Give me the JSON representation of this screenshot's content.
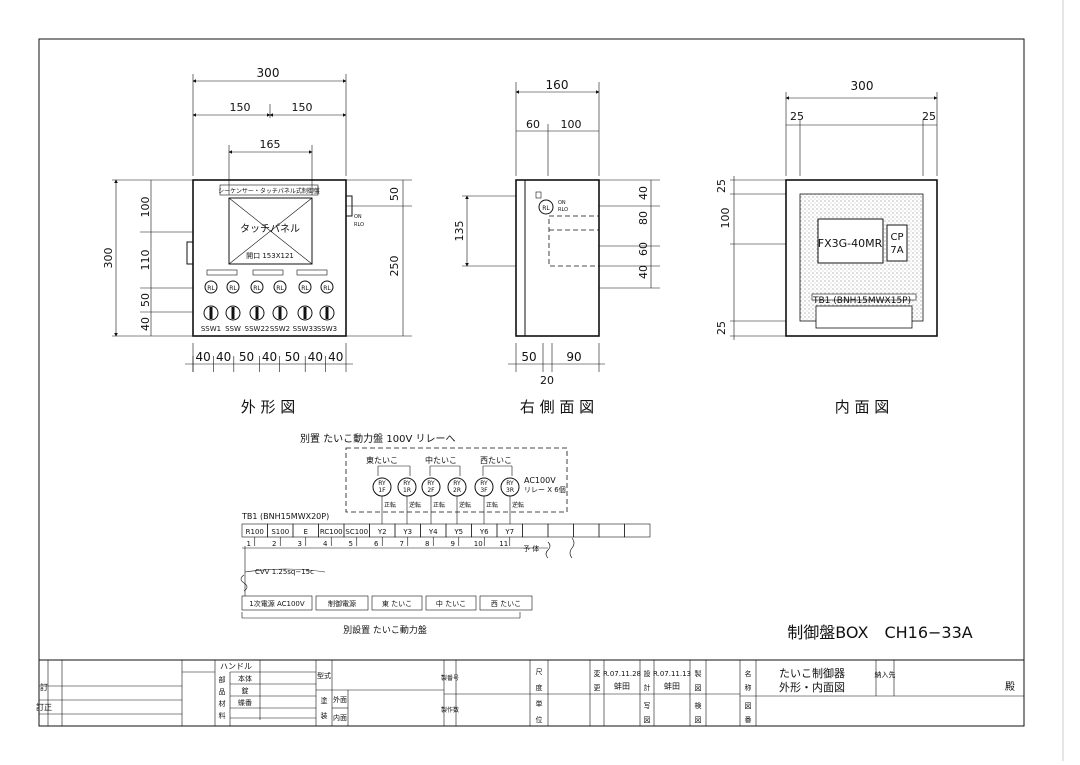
{
  "views": {
    "front": {
      "title": "外 形 図",
      "dims": {
        "total_width": "300",
        "half_left": "150",
        "half_right": "150",
        "panel_width": "165",
        "height_total": "300",
        "h_top": "100",
        "h_mid": "110",
        "h_50": "50",
        "h_40": "40",
        "right_50": "50",
        "right_250": "250"
      },
      "bottom_dims": [
        "40",
        "40",
        "50",
        "40",
        "50",
        "40",
        "40"
      ],
      "panel_header": "シーケンサー・タッチパネル式制御盤",
      "touch_label": "タッチパネル",
      "cutout_label": "開口 153X121",
      "switch_labels": [
        "SSW1",
        "SSW",
        "SSW22",
        "SSW2",
        "SSW33",
        "SSW3"
      ],
      "lamp_marker": "RL",
      "side_label_1": "ON",
      "side_label_2": "RLO"
    },
    "side": {
      "title": "右 側 面 図",
      "dims": {
        "top": "160",
        "top_left": "60",
        "top_right": "100",
        "left_135": "135",
        "r1": "40",
        "r2": "80",
        "r3": "60",
        "r4": "40",
        "bottom_left": "50",
        "bottom_right": "90",
        "bottom_20": "20"
      },
      "lamp_marker": "RL",
      "lamp_label_1": "ON",
      "lamp_label_2": "RLO"
    },
    "inner": {
      "title": "内 面 図",
      "dims": {
        "top": "300",
        "left_margin": "25",
        "right_margin": "25",
        "v1": "25",
        "v2": "100",
        "v3": "25"
      },
      "plc_label": "FX3G-40MR",
      "cp_label_1": "CP",
      "cp_label_2": "7A",
      "tb_label": "TB1 (BNH15MWX15P)"
    }
  },
  "wiring": {
    "header": "別置 たいこ動力盤 100V リレーへ",
    "groups": [
      "東たいこ",
      "中たいこ",
      "西たいこ"
    ],
    "relays": [
      "1F",
      "1R",
      "2F",
      "2R",
      "3F",
      "3R"
    ],
    "relay_prefix": "RY",
    "relay_note_1": "AC100V",
    "relay_note_2": "リレー X 6個",
    "dirs": [
      "正転",
      "逆転",
      "正転",
      "逆転",
      "正転",
      "逆転"
    ],
    "tb_title": "TB1 (BNH15MWX20P)",
    "terminals": [
      "R100",
      "S100",
      "E",
      "RC100",
      "SC100",
      "Y2",
      "Y3",
      "Y4",
      "Y5",
      "Y6",
      "Y7",
      "",
      "",
      "",
      "",
      ""
    ],
    "numbers": [
      "1",
      "2",
      "3",
      "4",
      "5",
      "6",
      "7",
      "8",
      "9",
      "10",
      "11"
    ],
    "spare_label": "予 体",
    "cable_label": "CVV 1.25sq−15c",
    "bottom_cells": [
      "1次電源 AC100V",
      "制御電源",
      "東 たいこ",
      "中 たいこ",
      "西 たいこ"
    ],
    "bottom_label": "別設置 たいこ動力盤"
  },
  "drawing_title": "制御盤BOX　CH16−33A",
  "title_block": {
    "revision": "訂正",
    "rev_small": "訂",
    "handle": "ハンドル",
    "body": "本体",
    "lock": "錠",
    "hinge": "蝶番",
    "parts_1": "部",
    "parts_2": "品",
    "parts_3": "材",
    "parts_4": "料",
    "shape": "型式",
    "paint_1": "塗",
    "paint_2": "装",
    "outer": "外面",
    "inner": "内面",
    "product_no": "製番号",
    "maker": "製作数",
    "scale_1": "尺",
    "scale_2": "度",
    "unit_1": "単",
    "unit_2": "位",
    "change_1": "変",
    "change_2": "更",
    "date1": "R.07.11.28",
    "person1": "蚌田",
    "design_1": "設",
    "design_2": "計",
    "date2": "R.07.11.13",
    "person2": "蚌田",
    "draw_1": "写",
    "draw_2": "図",
    "make_1": "製",
    "make_2": "図",
    "check_1": "検",
    "check_2": "図",
    "name_1": "名",
    "name_2": "称",
    "fig_1": "図",
    "fig_2": "番",
    "product_name_1": "たいこ制御器",
    "product_name_2": "外形・内面図",
    "customer": "納入先",
    "honorific": "殿"
  }
}
